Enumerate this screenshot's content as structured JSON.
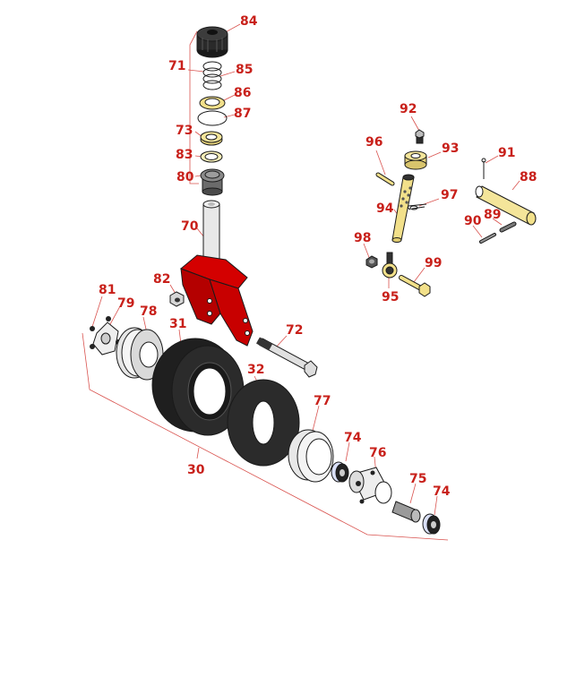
{
  "diagram": {
    "callouts": [
      {
        "id": "c84",
        "text": "84"
      },
      {
        "id": "c71",
        "text": "71"
      },
      {
        "id": "c85",
        "text": "85"
      },
      {
        "id": "c86",
        "text": "86"
      },
      {
        "id": "c87",
        "text": "87"
      },
      {
        "id": "c73",
        "text": "73"
      },
      {
        "id": "c83",
        "text": "83"
      },
      {
        "id": "c80",
        "text": "80"
      },
      {
        "id": "c70",
        "text": "70"
      },
      {
        "id": "c92",
        "text": "92"
      },
      {
        "id": "c96",
        "text": "96"
      },
      {
        "id": "c93",
        "text": "93"
      },
      {
        "id": "c91",
        "text": "91"
      },
      {
        "id": "c88",
        "text": "88"
      },
      {
        "id": "c97",
        "text": "97"
      },
      {
        "id": "c94",
        "text": "94"
      },
      {
        "id": "c89",
        "text": "89"
      },
      {
        "id": "c90",
        "text": "90"
      },
      {
        "id": "c98",
        "text": "98"
      },
      {
        "id": "c99",
        "text": "99"
      },
      {
        "id": "c95",
        "text": "95"
      },
      {
        "id": "c82",
        "text": "82"
      },
      {
        "id": "c81",
        "text": "81"
      },
      {
        "id": "c79",
        "text": "79"
      },
      {
        "id": "c78",
        "text": "78"
      },
      {
        "id": "c31",
        "text": "31"
      },
      {
        "id": "c72",
        "text": "72"
      },
      {
        "id": "c32",
        "text": "32"
      },
      {
        "id": "c77",
        "text": "77"
      },
      {
        "id": "c74a",
        "text": "74"
      },
      {
        "id": "c76",
        "text": "76"
      },
      {
        "id": "c75",
        "text": "75"
      },
      {
        "id": "c74b",
        "text": "74"
      },
      {
        "id": "c30",
        "text": "30"
      }
    ],
    "colors": {
      "callout": "#c8201a",
      "leader": "#d9534f",
      "fork": "#c00000",
      "brass": "#f2e08a",
      "tire": "#2b2b2b",
      "steel": "#d4d4d4"
    }
  }
}
